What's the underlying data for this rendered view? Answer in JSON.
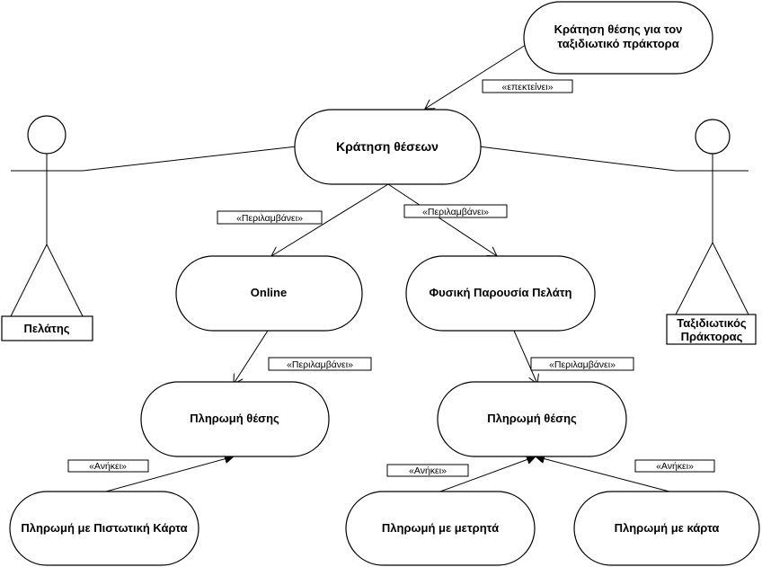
{
  "actors": {
    "customer": "Πελάτης",
    "agent_line1": "Ταξιδιωτικός",
    "agent_line2": "Πράκτορας"
  },
  "use_cases": {
    "agent_booking_line1": "Κράτηση θέσης για τον",
    "agent_booking_line2": "ταξιδιωτικό πράκτορα",
    "booking": "Κράτηση θέσεων",
    "online": "Online",
    "physical_presence": "Φυσική Παρουσία Πελάτη",
    "payment_left": "Πληρωμή θέσης",
    "payment_right": "Πληρωμή θέσης",
    "pay_credit_card": "Πληρωμή με Πιστωτική Κάρτα",
    "pay_cash": "Πληρωμή με μετρητά",
    "pay_card": "Πληρωμή με κάρτα"
  },
  "stereotypes": {
    "extends": "«επεκτείνει»",
    "includes_1": "«Περιλαμβάνει»",
    "includes_2": "«Περιλαμβάνει»",
    "includes_3": "«Περιλαμβάνει»",
    "includes_4": "«Περιλαμβάνει»",
    "belongs_1": "«Ανήκει»",
    "belongs_2": "«Ανήκει»",
    "belongs_3": "«Ανήκει»"
  }
}
